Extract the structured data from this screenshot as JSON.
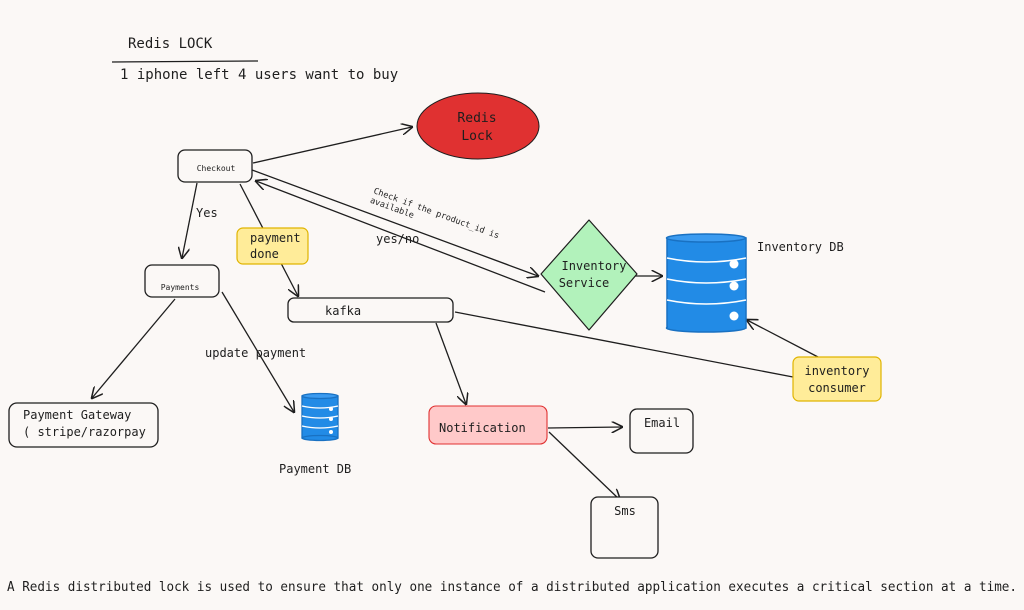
{
  "heading": {
    "title": "Redis LOCK",
    "subtitle": "1 iphone left 4 users want to buy"
  },
  "nodes": {
    "redis_lock": {
      "line1": "Redis",
      "line2": "Lock",
      "color": "#e03131"
    },
    "checkout": "Checkout",
    "payments": "Payments",
    "payment_gateway": {
      "line1": "Payment Gateway",
      "line2": "( stripe/razorpay"
    },
    "payment_done": {
      "line1": "payment",
      "line2": "done",
      "color": "#ffec99"
    },
    "kafka": "kafka",
    "inventory_service": {
      "line1": "Inventory",
      "line2": "Service",
      "color": "#b2f2bb"
    },
    "inventory_db": "Inventory DB",
    "inventory_consumer": {
      "line1": "inventory",
      "line2": "consumer",
      "color": "#ffec99",
      "text_color": "#e8590c"
    },
    "payment_db": "Payment DB",
    "notification": {
      "label": "Notification",
      "color": "#ffc9c9",
      "text_color": "#e03131"
    },
    "email": "Email",
    "sms": "Sms"
  },
  "edges": {
    "yes": "Yes",
    "check_line1": "Check if the product_id is",
    "check_line2": "available",
    "yes_no": "yes/no",
    "update_payment": "update payment"
  },
  "footer": "A Redis distributed lock is used to ensure that only one instance of a distributed application executes a critical section at a time.",
  "colors": {
    "db_blue": "#1971c2",
    "db_fill": "#228be6",
    "stroke": "#1e1e1e"
  }
}
